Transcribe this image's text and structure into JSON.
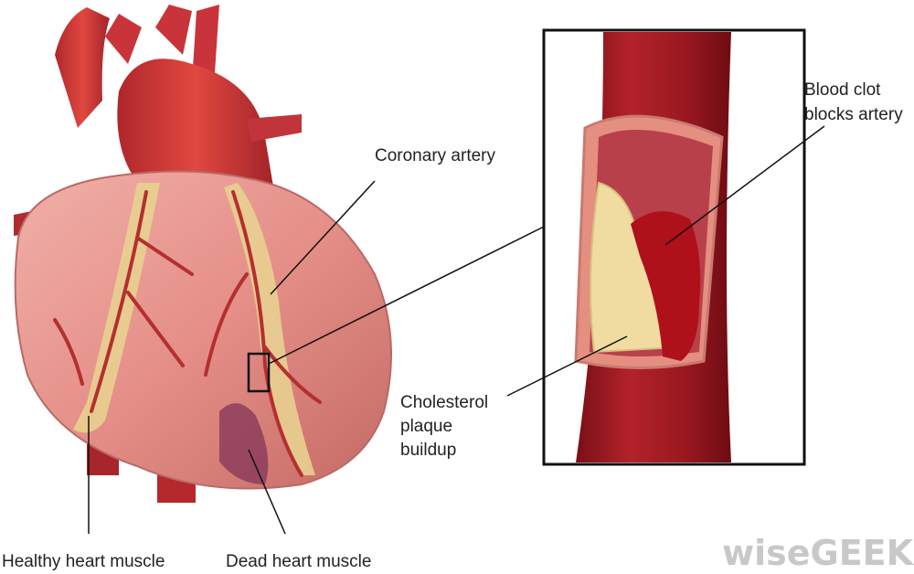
{
  "labels": {
    "coronary_artery": "Coronary artery",
    "blood_clot_line1": "Blood clot",
    "blood_clot_line2": "blocks artery",
    "cholesterol_line1": "Cholesterol",
    "cholesterol_line2": "plaque",
    "cholesterol_line3": "buildup",
    "healthy_muscle": "Healthy heart muscle",
    "dead_muscle": "Dead heart muscle"
  },
  "watermark": "wiseGEEK",
  "colors": {
    "artery_red": "#9e1b22",
    "heart_pink": "#e59a92",
    "plaque_yellow": "#f0dca0",
    "clot_red": "#b0101a"
  }
}
